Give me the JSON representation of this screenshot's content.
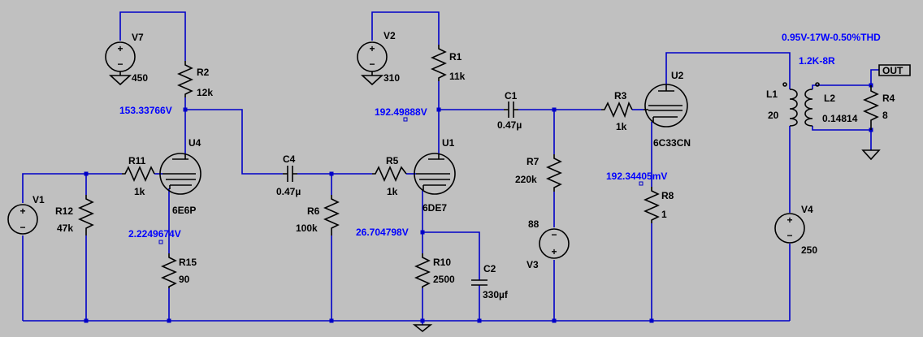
{
  "annotations": {
    "spec_line1": "0.95V-17W-0.50%THD",
    "spec_line2": "1.2K-8R"
  },
  "node_voltages": {
    "u4_plate": "153.33766V",
    "u4_cathode": "2.2249674V",
    "u1_plate": "192.49888V",
    "u1_cathode": "26.704798V",
    "u2_cathode": "192.34405mV"
  },
  "sources": {
    "V7": {
      "name": "V7",
      "value": "450"
    },
    "V2": {
      "name": "V2",
      "value": "310"
    },
    "V1": {
      "name": "V1"
    },
    "V3": {
      "name": "V3",
      "value": "88"
    },
    "V4": {
      "name": "V4",
      "value": "250"
    }
  },
  "resistors": {
    "R2": {
      "name": "R2",
      "value": "12k"
    },
    "R1": {
      "name": "R1",
      "value": "11k"
    },
    "R11": {
      "name": "R11",
      "value": "1k"
    },
    "R12": {
      "name": "R12",
      "value": "47k"
    },
    "R15": {
      "name": "R15",
      "value": "90"
    },
    "R5": {
      "name": "R5",
      "value": "1k"
    },
    "R6": {
      "name": "R6",
      "value": "100k"
    },
    "R10": {
      "name": "R10",
      "value": "2500"
    },
    "R7": {
      "name": "R7",
      "value": "220k"
    },
    "R3": {
      "name": "R3",
      "value": "1k"
    },
    "R8": {
      "name": "R8",
      "value": "1"
    },
    "R4": {
      "name": "R4",
      "value": "8"
    }
  },
  "capacitors": {
    "C4": {
      "name": "C4",
      "value": "0.47µ"
    },
    "C1": {
      "name": "C1",
      "value": "0.47µ"
    },
    "C2": {
      "name": "C2",
      "value": "330µf"
    }
  },
  "tubes": {
    "U4": {
      "name": "U4",
      "model": "6E6P"
    },
    "U1": {
      "name": "U1",
      "model": "6DE7"
    },
    "U2": {
      "name": "U2",
      "model": "6C33CN"
    }
  },
  "inductors": {
    "L1": {
      "name": "L1",
      "value": "20"
    },
    "L2": {
      "name": "L2",
      "value": "0.14814"
    }
  },
  "ports": {
    "out": "OUT"
  }
}
